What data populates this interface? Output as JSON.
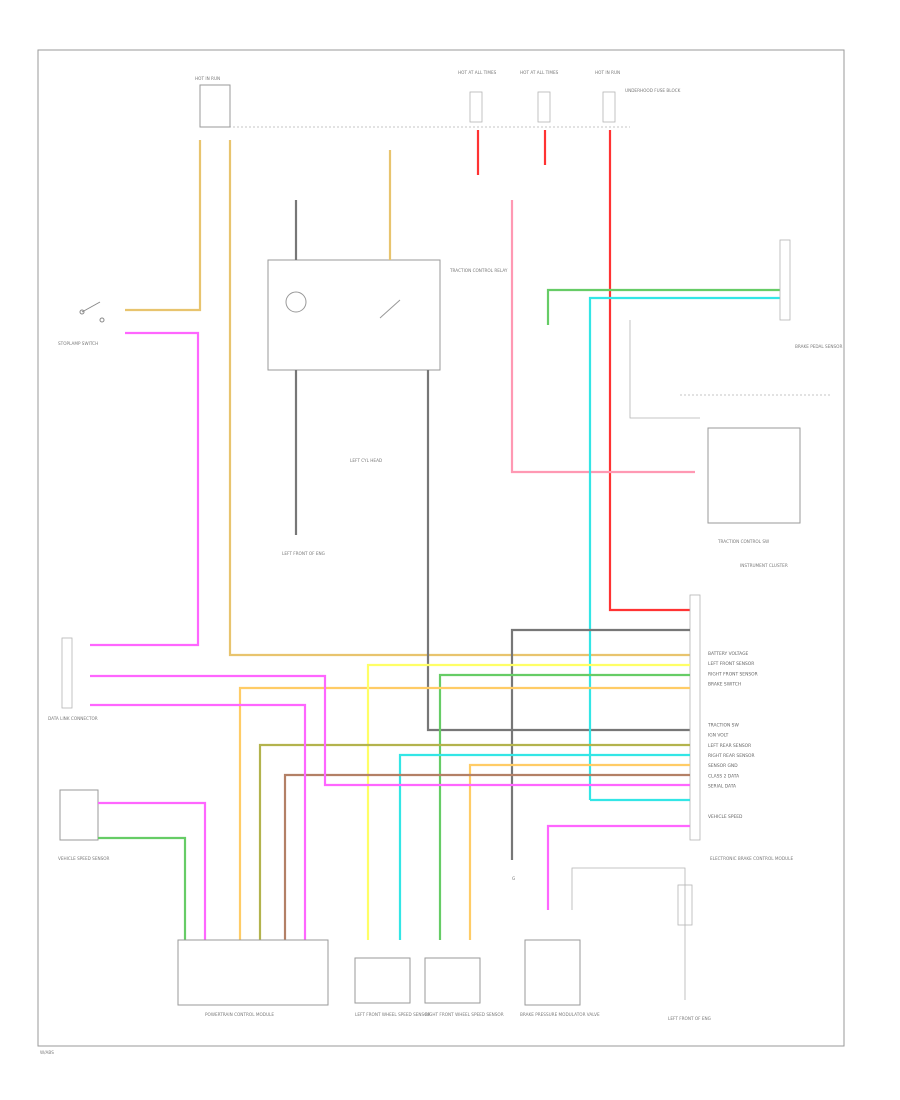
{
  "colors": {
    "tan": "#e8c46e",
    "pink": "#ff66ff",
    "lightpink": "#ff99b3",
    "red": "#ff3333",
    "green": "#66cc66",
    "cyan": "#33e6e6",
    "yellow": "#ffff66",
    "gray": "#777777",
    "olive": "#b3b34d",
    "brown": "#b38066",
    "orange": "#ffcc66",
    "frame": "#9a9a9a"
  },
  "labels": {
    "hot_run_left": "HOT IN RUN",
    "hot_run_mid": "HOT AT ALL TIMES",
    "hot_run_right": "HOT AT ALL TIMES",
    "hot_right2": "HOT IN RUN",
    "fuse_block": "UNDERHOOD FUSE BLOCK",
    "stoplamp": "STOPLAMP SWITCH",
    "relay": "TRACTION CONTROL RELAY",
    "brake_sensor": "BRAKE PEDAL SENSOR",
    "traction_sw": "TRACTION CONTROL SW",
    "cluster": "INSTRUMENT CLUSTER",
    "connector_g": "G",
    "ground_left": "LEFT FRONT OF ENG",
    "ground_mid": "LEFT CYL HEAD",
    "lf_sensor": "LEFT FRONT WHEEL SPEED SENSOR",
    "rf_sensor": "RIGHT FRONT WHEEL SPEED SENSOR",
    "yaw_sensor": "VEHICLE SPEED SENSOR",
    "pcm": "POWERTRAIN CONTROL MODULE",
    "brake_pressure": "BRAKE PRESSURE MODULATOR VALVE",
    "ebcm": "ELECTRONIC BRAKE CONTROL MODULE",
    "ground_right": "LEFT FRONT OF ENG",
    "data_link": "DATA LINK CONNECTOR",
    "footer": "W/ABS"
  },
  "ebcm_pins": [
    "BATTERY VOLTAGE",
    "LEFT FRONT SENSOR",
    "RIGHT FRONT SENSOR",
    "BRAKE SWITCH",
    "",
    "",
    "",
    "TRACTION SW",
    "IGN VOLT",
    "LEFT REAR SENSOR",
    "RIGHT REAR SENSOR",
    "SENSOR GND",
    "CLASS 2 DATA",
    "SERIAL DATA",
    "",
    "",
    "VEHICLE SPEED"
  ]
}
